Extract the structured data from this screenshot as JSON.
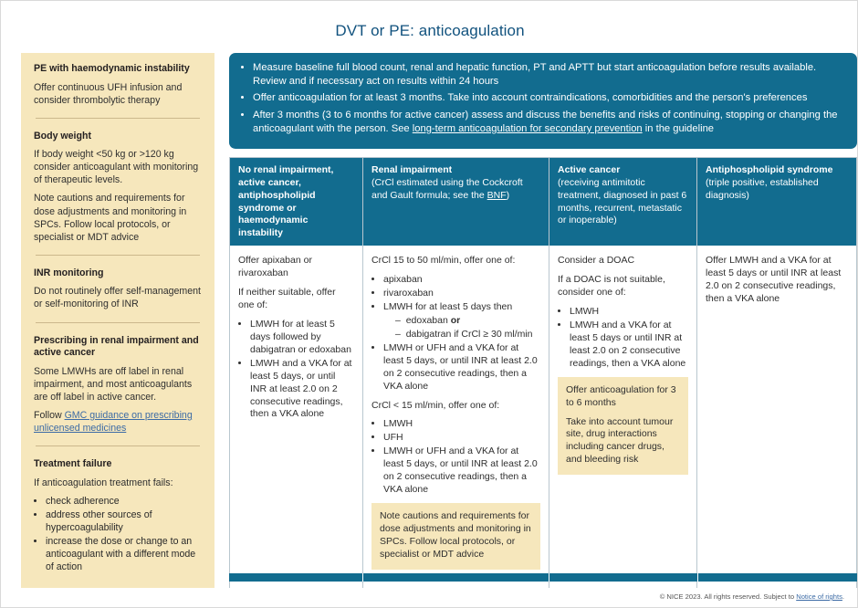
{
  "title": "DVT or PE: anticoagulation",
  "colors": {
    "teal": "#126c8f",
    "cream": "#f6e7bc",
    "title_blue": "#11527e",
    "link_blue": "#3c6ba5"
  },
  "sidebar": {
    "sections": [
      {
        "heading": "PE with haemodynamic instability",
        "paragraphs": [
          "Offer continuous UFH infusion and consider thrombolytic therapy"
        ]
      },
      {
        "heading": "Body weight",
        "paragraphs": [
          "If body weight <50 kg or >120 kg consider anticoagulant with monitoring of therapeutic levels.",
          "Note cautions and requirements for dose adjustments and monitoring in SPCs. Follow local protocols, or specialist or MDT advice"
        ]
      },
      {
        "heading": "INR monitoring",
        "paragraphs": [
          "Do not routinely offer self-management or self-monitoring of INR"
        ]
      },
      {
        "heading": "Prescribing in renal impairment and active cancer",
        "paragraphs": [
          "Some LMWHs are off label in renal impairment, and most anticoagulants are off label in active cancer."
        ],
        "follow_prefix": "Follow ",
        "follow_link": "GMC guidance on prescribing unlicensed medicines"
      },
      {
        "heading": "Treatment failure",
        "paragraphs": [
          "If anticoagulation treatment fails:"
        ],
        "bullets": [
          "check adherence",
          "address other sources of hypercoagulability",
          "increase the dose or change to an anticoagulant with a different mode of action"
        ]
      }
    ]
  },
  "banner": {
    "bullets": [
      {
        "text": "Measure baseline full blood count, renal and hepatic function, PT and APTT but start anticoagulation before results available. Review and if necessary act on results within 24 hours"
      },
      {
        "text": "Offer anticoagulation for at least 3 months. Take into account contraindications, comorbidities and the person's preferences"
      },
      {
        "pre": "After 3 months (3 to 6 months for active cancer) assess and discuss the benefits and risks of continuing, stopping or changing the anticoagulant with the person. See ",
        "link": "long-term anticoagulation for secondary prevention",
        "post": " in the guideline"
      }
    ]
  },
  "table": {
    "columns": [
      {
        "head_title": "No renal impairment, active cancer, antiphospholipid syndrome or haemodynamic instability",
        "head_sub": "",
        "head_link": "",
        "head_link_post": "",
        "body": {
          "p1": "Offer apixaban or rivaroxaban",
          "p2": "If neither suitable, offer one of:",
          "bullets": [
            "LMWH for at least 5 days followed by dabigatran or edoxaban",
            "LMWH and a VKA for at least 5 days, or until INR at least 2.0 on 2 consecutive readings, then a VKA alone"
          ]
        }
      },
      {
        "head_title": "Renal impairment",
        "head_sub_pre": "(CrCl estimated using the Cockcroft and Gault formula; see the ",
        "head_link": "BNF",
        "head_sub_post": ")",
        "body": {
          "p1": "CrCl 15 to 50 ml/min, offer one of:",
          "bullets1": [
            "apixaban",
            "rivaroxaban"
          ],
          "bullet_lmwh": "LMWH for at least 5 days then",
          "sub1_pre": "edoxaban ",
          "sub1_bold": "or",
          "sub2": "dabigatran if CrCl ≥ 30 ml/min",
          "bullet_vka": "LMWH or UFH and a VKA for at least 5 days, or until INR at least 2.0 on 2 consecutive readings, then a VKA alone",
          "p2": "CrCl < 15 ml/min, offer one of:",
          "bullets2": [
            "LMWH",
            "UFH",
            "LMWH or UFH and a VKA for at least 5 days, or until INR at least 2.0 on 2 consecutive readings, then a VKA alone"
          ],
          "note": [
            "Note cautions and requirements for dose adjustments and monitoring in SPCs. Follow local protocols, or specialist or MDT advice"
          ]
        }
      },
      {
        "head_title": "Active cancer",
        "head_sub": "(receiving  antimitotic treatment, diagnosed in past 6 months, recurrent, metastatic or inoperable)",
        "body": {
          "p1": "Consider a DOAC",
          "p2": "If a DOAC is not suitable, consider one of:",
          "bullets": [
            "LMWH",
            "LMWH and a VKA for at least 5 days or until INR at least 2.0 on 2 consecutive readings, then a VKA alone"
          ],
          "note": [
            "Offer anticoagulation for 3 to 6 months",
            "Take into account tumour site, drug interactions including cancer drugs, and bleeding risk"
          ]
        }
      },
      {
        "head_title": "Antiphospholipid syndrome",
        "head_sub": "(triple positive, established diagnosis)",
        "body": {
          "p1": "Offer LMWH and a VKA for at least 5 days or until INR at least 2.0 on 2 consecutive readings, then a VKA alone"
        }
      }
    ]
  },
  "footer": {
    "text": "© NICE 2023. All rights reserved. Subject to ",
    "link": "Notice of rights",
    "post": "."
  }
}
